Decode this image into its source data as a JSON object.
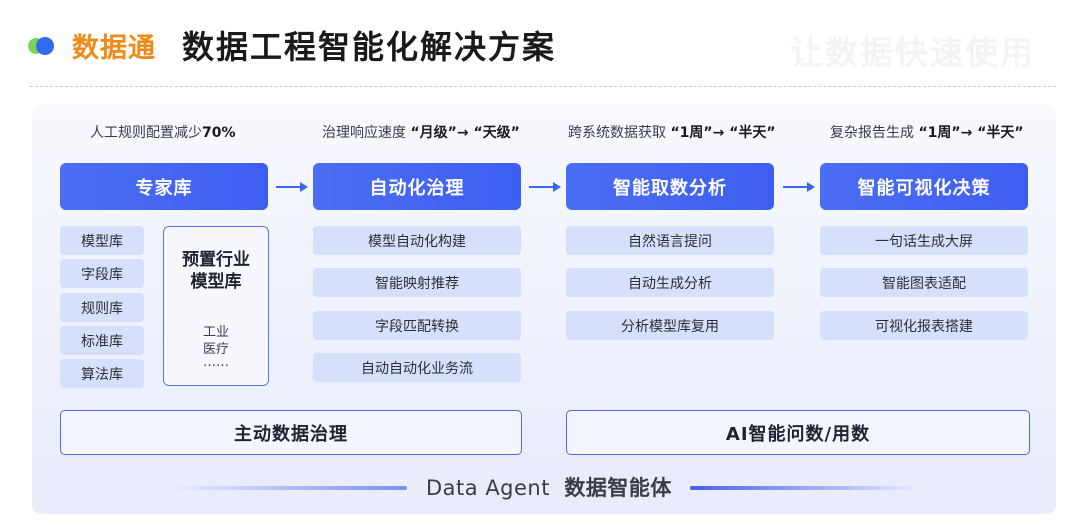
{
  "header": {
    "brand": "数据通",
    "title": "数据工程智能化解决方案",
    "watermark": "让数据快速使用"
  },
  "stats": [
    {
      "prefix": "人工规则配置减少",
      "bold": "70%"
    },
    {
      "prefix": "治理响应速度 ",
      "bold": "“月级”→ “天级”"
    },
    {
      "prefix": "跨系统数据获取 ",
      "bold": "“1周”→ “半天”"
    },
    {
      "prefix": "复杂报告生成 ",
      "bold": "“1周”→ “半天”"
    }
  ],
  "columns": [
    {
      "head": "专家库"
    },
    {
      "head": "自动化治理",
      "items": [
        "模型自动化构建",
        "智能映射推荐",
        "字段匹配转换",
        "自动自动化业务流"
      ]
    },
    {
      "head": "智能取数分析",
      "items": [
        "自然语言提问",
        "自动生成分析",
        "分析模型库复用"
      ]
    },
    {
      "head": "智能可视化决策",
      "items": [
        "一句话生成大屏",
        "智能图表适配",
        "可视化报表搭建"
      ]
    }
  ],
  "expert_libs": [
    "模型库",
    "字段库",
    "规则库",
    "标准库",
    "算法库"
  ],
  "preset": {
    "title_line1": "预置行业",
    "title_line2": "模型库",
    "sub1": "工业",
    "sub2": "医疗",
    "more": "……"
  },
  "bottom": {
    "left": "主动数据治理",
    "right": "AI智能问数/用数"
  },
  "agent": {
    "en": "Data Agent",
    "cn": "数据智能体"
  },
  "colors": {
    "brand": "#f08a18",
    "accent": "#3d5ef0",
    "chip": "#d6e0fb"
  }
}
